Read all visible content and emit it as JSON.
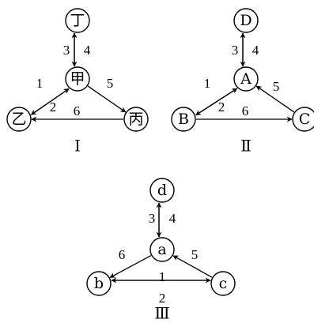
{
  "diagrams": [
    {
      "caption": "Ⅰ",
      "nodes": [
        "丁",
        "甲",
        "乙",
        "丙"
      ],
      "edges": [
        {
          "from": "丁",
          "to": "甲",
          "label": "4"
        },
        {
          "from": "甲",
          "to": "丁",
          "label": "3"
        },
        {
          "from": "甲",
          "to": "乙",
          "label": "1"
        },
        {
          "from": "乙",
          "to": "甲",
          "label": "2"
        },
        {
          "from": "甲",
          "to": "丙",
          "label": "5"
        },
        {
          "from": "丙",
          "to": "乙",
          "label": "6"
        }
      ]
    },
    {
      "caption": "Ⅱ",
      "nodes": [
        "D",
        "A",
        "B",
        "C"
      ],
      "edges": [
        {
          "from": "D",
          "to": "A",
          "label": "4"
        },
        {
          "from": "A",
          "to": "D",
          "label": "3"
        },
        {
          "from": "A",
          "to": "B",
          "label": "1"
        },
        {
          "from": "B",
          "to": "A",
          "label": "2"
        },
        {
          "from": "C",
          "to": "A",
          "label": "5"
        },
        {
          "from": "B",
          "to": "C",
          "label": "6"
        }
      ]
    },
    {
      "caption": "Ⅲ",
      "nodes": [
        "d",
        "a",
        "b",
        "c"
      ],
      "edges": [
        {
          "from": "d",
          "to": "a",
          "label": "4"
        },
        {
          "from": "a",
          "to": "d",
          "label": "3"
        },
        {
          "from": "a",
          "to": "b",
          "label": "6"
        },
        {
          "from": "c",
          "to": "a",
          "label": "5"
        },
        {
          "from": "b",
          "to": "c",
          "label": "1"
        },
        {
          "from": "c",
          "to": "b",
          "label": "2"
        }
      ]
    }
  ]
}
